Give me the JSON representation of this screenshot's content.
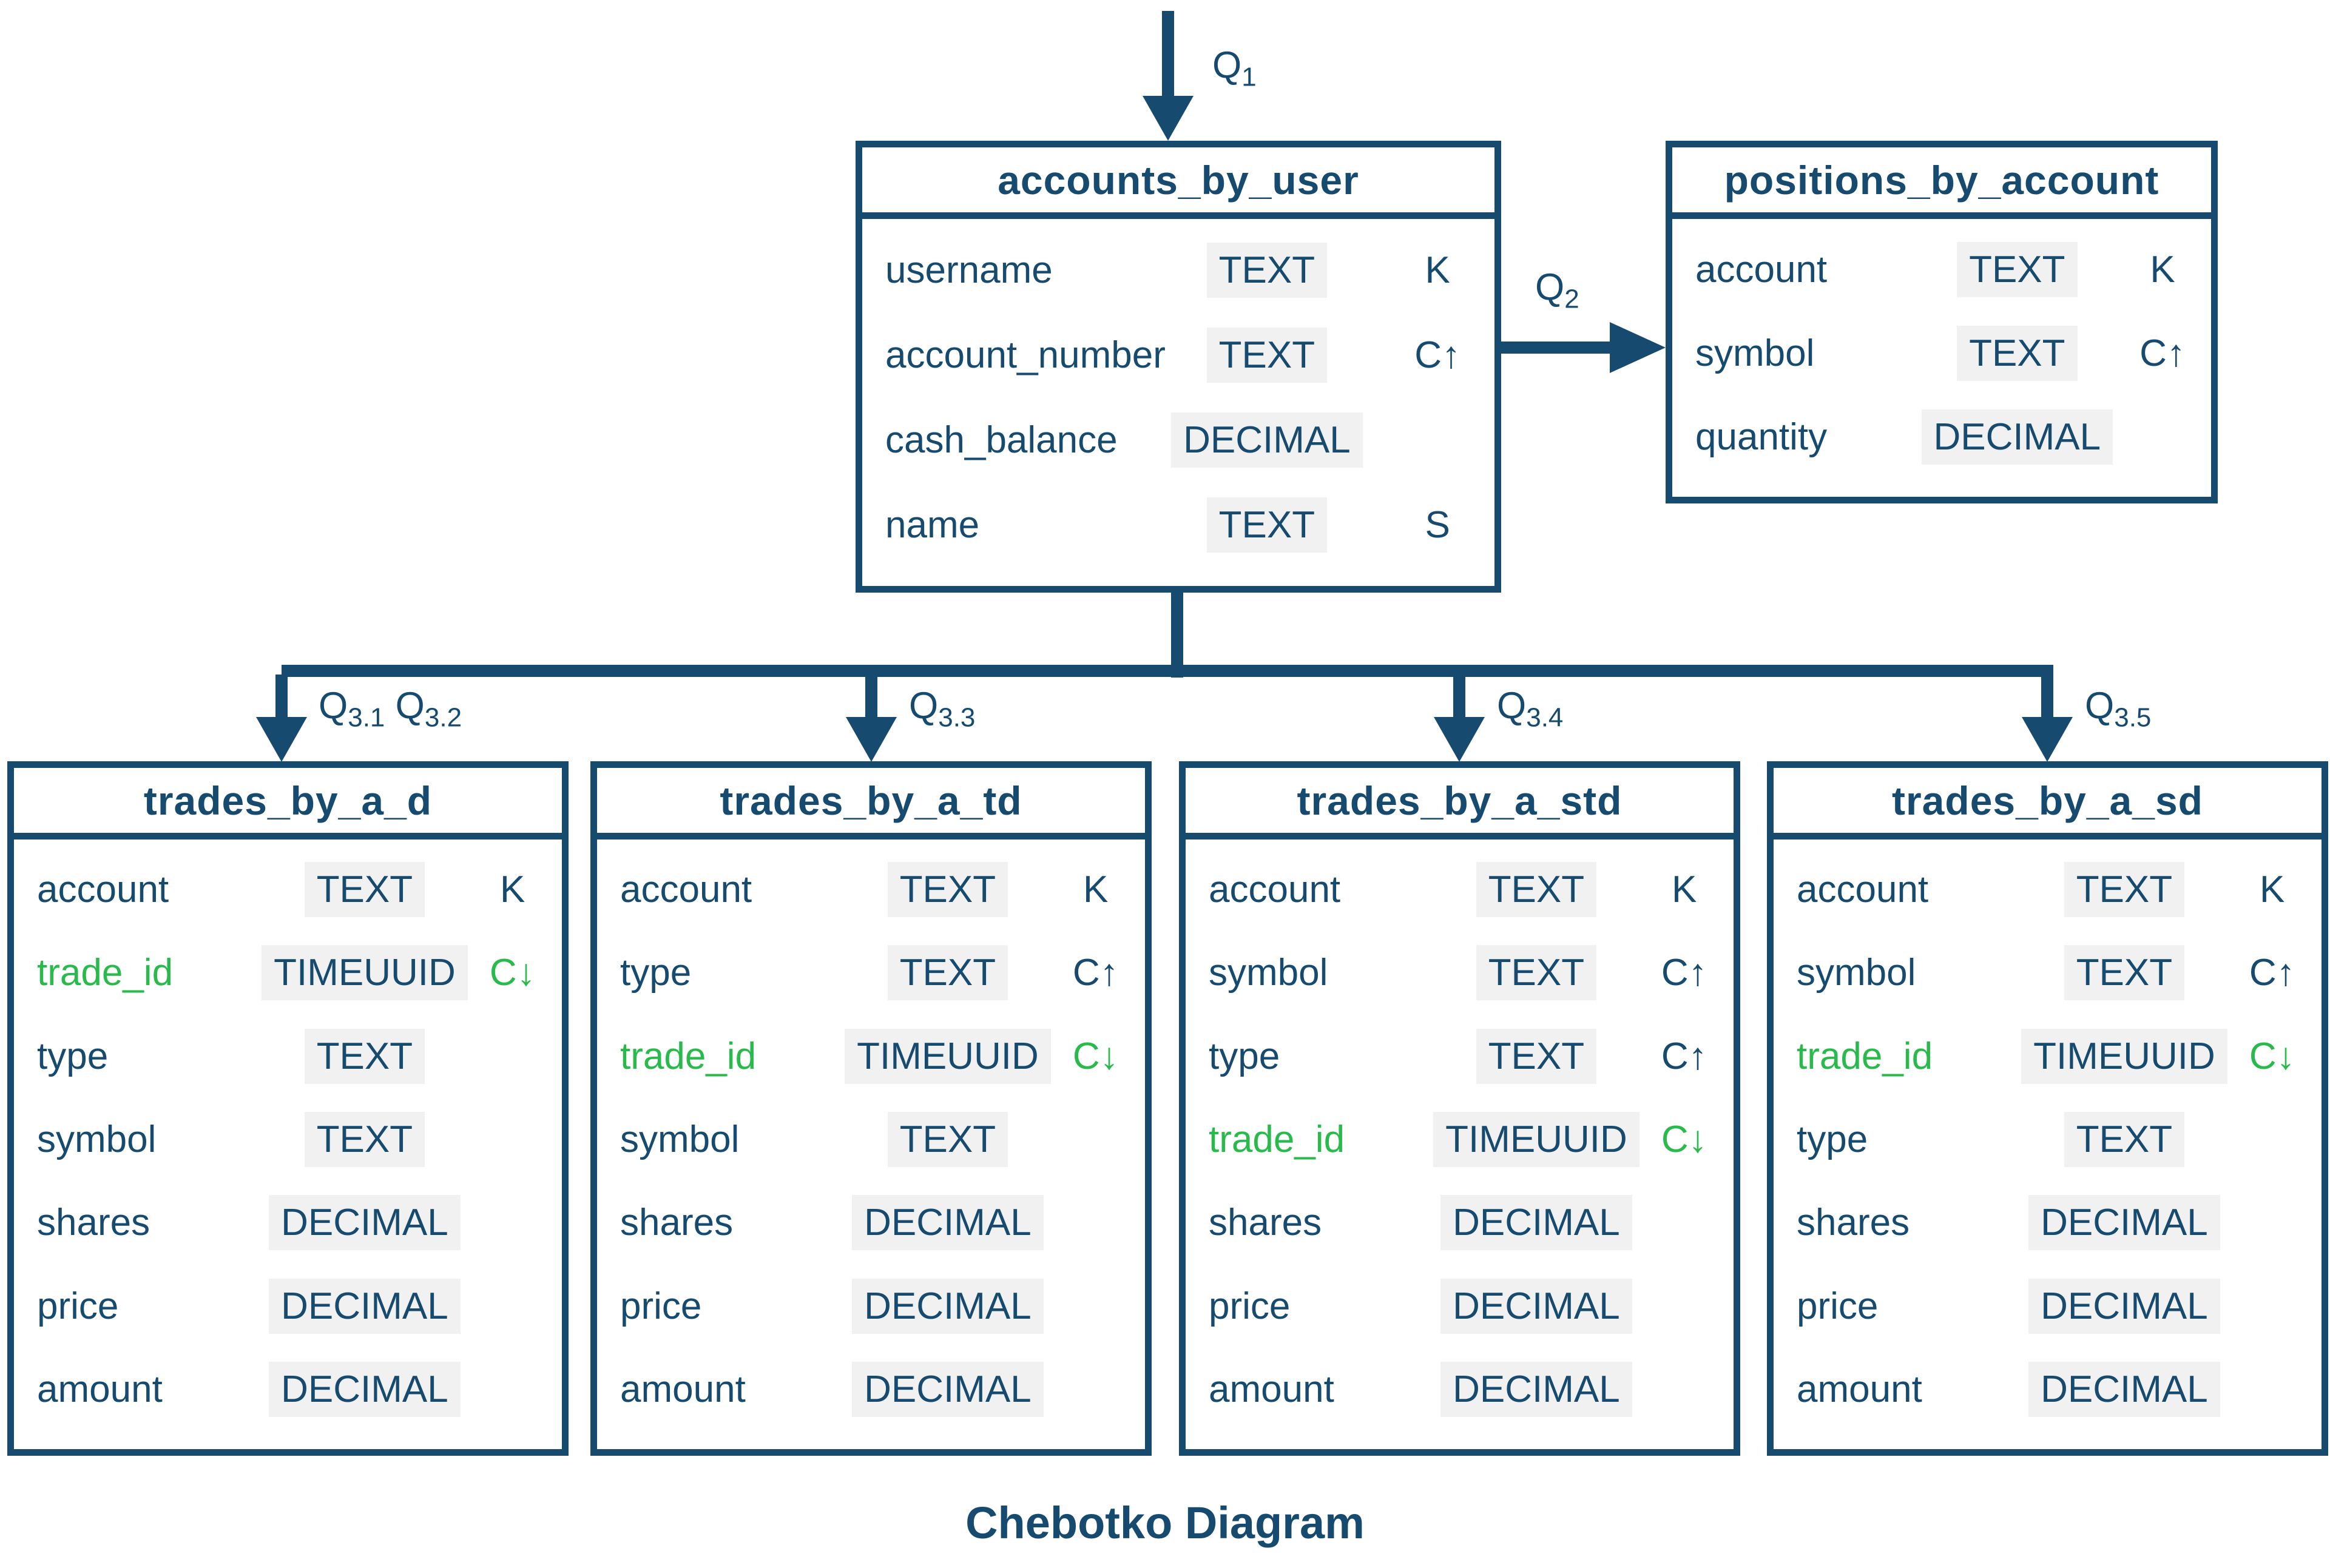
{
  "title": "Chebotko Diagram",
  "colors": {
    "navy": "#174A6F",
    "green": "#2ABA4C",
    "chip_bg": "#F1F1F1",
    "background": "#FFFFFF"
  },
  "queries": {
    "q1": {
      "main": "Q",
      "sub": "1"
    },
    "q2": {
      "main": "Q",
      "sub": "2"
    },
    "q31": {
      "main": "Q",
      "sub": "3.1"
    },
    "q32": {
      "main": "Q",
      "sub": "3.2"
    },
    "q33": {
      "main": "Q",
      "sub": "3.3"
    },
    "q34": {
      "main": "Q",
      "sub": "3.4"
    },
    "q35": {
      "main": "Q",
      "sub": "3.5"
    }
  },
  "tables": [
    {
      "name": "accounts_by_user",
      "fields": [
        {
          "name": "username",
          "type": "TEXT",
          "key": "K",
          "highlight": false
        },
        {
          "name": "account_number",
          "type": "TEXT",
          "key": "C↑",
          "highlight": false
        },
        {
          "name": "cash_balance",
          "type": "DECIMAL",
          "key": "",
          "highlight": false
        },
        {
          "name": "name",
          "type": "TEXT",
          "key": "S",
          "highlight": false
        }
      ]
    },
    {
      "name": "positions_by_account",
      "fields": [
        {
          "name": "account",
          "type": "TEXT",
          "key": "K",
          "highlight": false
        },
        {
          "name": "symbol",
          "type": "TEXT",
          "key": "C↑",
          "highlight": false
        },
        {
          "name": "quantity",
          "type": "DECIMAL",
          "key": "",
          "highlight": false
        }
      ]
    },
    {
      "name": "trades_by_a_d",
      "fields": [
        {
          "name": "account",
          "type": "TEXT",
          "key": "K",
          "highlight": false
        },
        {
          "name": "trade_id",
          "type": "TIMEUUID",
          "key": "C↓",
          "highlight": true
        },
        {
          "name": "type",
          "type": "TEXT",
          "key": "",
          "highlight": false
        },
        {
          "name": "symbol",
          "type": "TEXT",
          "key": "",
          "highlight": false
        },
        {
          "name": "shares",
          "type": "DECIMAL",
          "key": "",
          "highlight": false
        },
        {
          "name": "price",
          "type": "DECIMAL",
          "key": "",
          "highlight": false
        },
        {
          "name": "amount",
          "type": "DECIMAL",
          "key": "",
          "highlight": false
        }
      ]
    },
    {
      "name": "trades_by_a_td",
      "fields": [
        {
          "name": "account",
          "type": "TEXT",
          "key": "K",
          "highlight": false
        },
        {
          "name": "type",
          "type": "TEXT",
          "key": "C↑",
          "highlight": false
        },
        {
          "name": "trade_id",
          "type": "TIMEUUID",
          "key": "C↓",
          "highlight": true
        },
        {
          "name": "symbol",
          "type": "TEXT",
          "key": "",
          "highlight": false
        },
        {
          "name": "shares",
          "type": "DECIMAL",
          "key": "",
          "highlight": false
        },
        {
          "name": "price",
          "type": "DECIMAL",
          "key": "",
          "highlight": false
        },
        {
          "name": "amount",
          "type": "DECIMAL",
          "key": "",
          "highlight": false
        }
      ]
    },
    {
      "name": "trades_by_a_std",
      "fields": [
        {
          "name": "account",
          "type": "TEXT",
          "key": "K",
          "highlight": false
        },
        {
          "name": "symbol",
          "type": "TEXT",
          "key": "C↑",
          "highlight": false
        },
        {
          "name": "type",
          "type": "TEXT",
          "key": "C↑",
          "highlight": false
        },
        {
          "name": "trade_id",
          "type": "TIMEUUID",
          "key": "C↓",
          "highlight": true
        },
        {
          "name": "shares",
          "type": "DECIMAL",
          "key": "",
          "highlight": false
        },
        {
          "name": "price",
          "type": "DECIMAL",
          "key": "",
          "highlight": false
        },
        {
          "name": "amount",
          "type": "DECIMAL",
          "key": "",
          "highlight": false
        }
      ]
    },
    {
      "name": "trades_by_a_sd",
      "fields": [
        {
          "name": "account",
          "type": "TEXT",
          "key": "K",
          "highlight": false
        },
        {
          "name": "symbol",
          "type": "TEXT",
          "key": "C↑",
          "highlight": false
        },
        {
          "name": "trade_id",
          "type": "TIMEUUID",
          "key": "C↓",
          "highlight": true
        },
        {
          "name": "type",
          "type": "TEXT",
          "key": "",
          "highlight": false
        },
        {
          "name": "shares",
          "type": "DECIMAL",
          "key": "",
          "highlight": false
        },
        {
          "name": "price",
          "type": "DECIMAL",
          "key": "",
          "highlight": false
        },
        {
          "name": "amount",
          "type": "DECIMAL",
          "key": "",
          "highlight": false
        }
      ]
    }
  ]
}
